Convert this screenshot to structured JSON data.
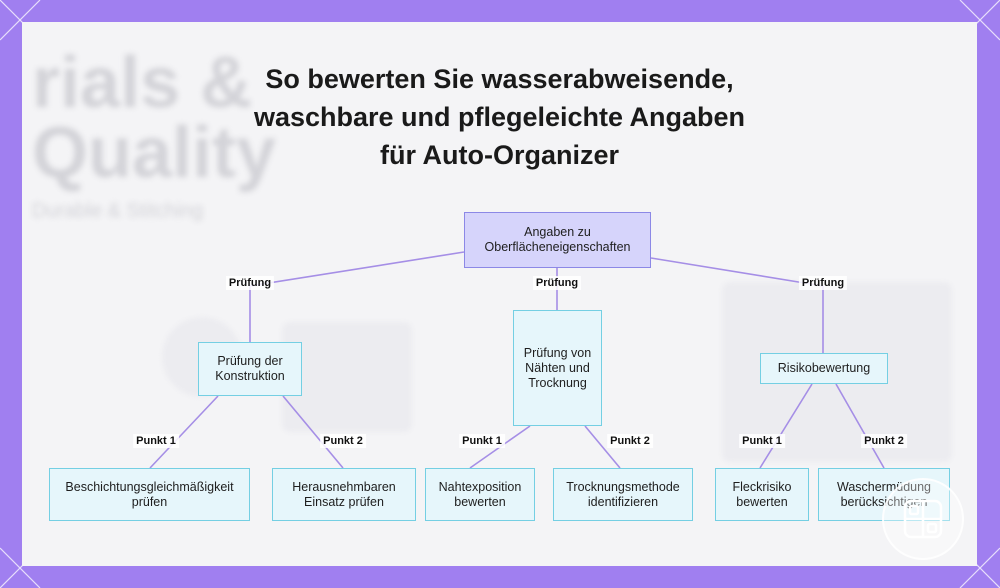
{
  "title_lines": [
    "So bewerten Sie wasserabweisende,",
    "waschbare und pflegeleichte Angaben",
    "für Auto-Organizer"
  ],
  "nodes": {
    "root": "Angaben zu Oberflächeneigenschaften",
    "construction": "Prüfung der Konstruktion",
    "seams": "Prüfung von Nähten und Trocknung",
    "risk": "Risikobewertung",
    "coating": "Beschichtungsgleichmäßigkeit prüfen",
    "insert": "Herausnehmbaren Einsatz prüfen",
    "seam_exposure": "Nahtexposition bewerten",
    "drying_method": "Trocknungsmethode identifizieren",
    "stain_risk": "Fleckrisiko bewerten",
    "washing_avoid": "Waschermüdung berücksichtigen"
  },
  "edge_labels": {
    "check_left": "Prüfung",
    "check_mid": "Prüfung",
    "check_right": "Prüfung",
    "c_p1": "Punkt 1",
    "c_p2": "Punkt 2",
    "s_p1": "Punkt 1",
    "s_p2": "Punkt 2",
    "r_p1": "Punkt 1",
    "r_p2": "Punkt 2"
  },
  "background_text": {
    "line1": "rials &",
    "line2": "Quality",
    "line3": "Durable & Stitching"
  },
  "colors": {
    "frame": "#a07ff0",
    "edge": "#a58ee6",
    "node_fill": "#e6f6fb",
    "node_border": "#74cfe3",
    "root_fill": "#d6d4fb",
    "root_border": "#8c88e6"
  },
  "badge_icon": "grid-logo-icon"
}
